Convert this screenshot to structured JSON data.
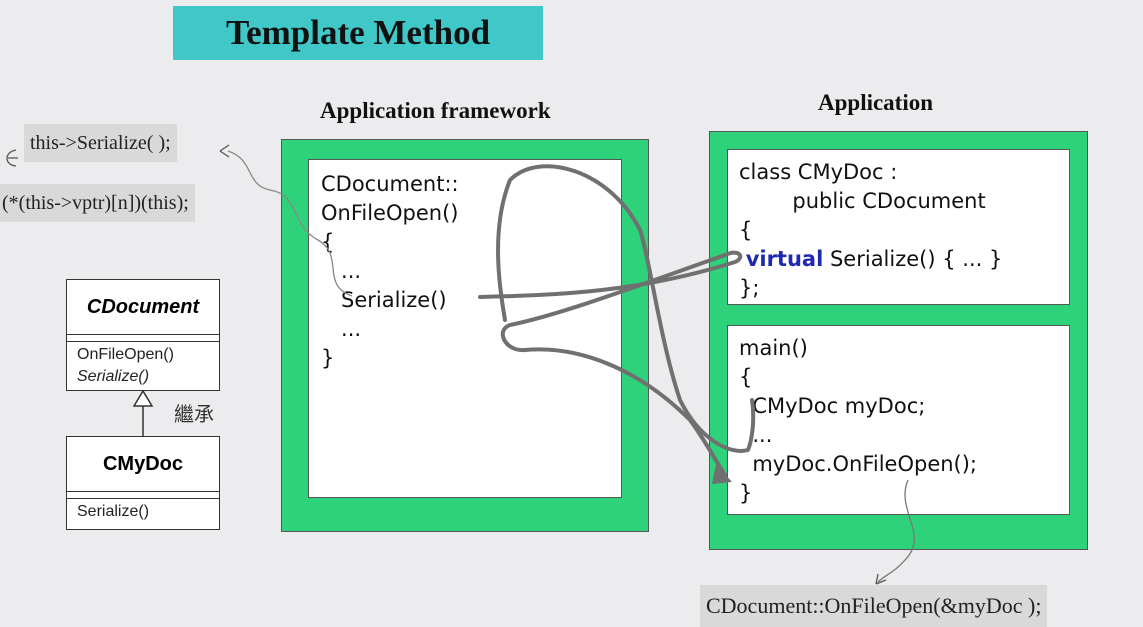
{
  "title": "Template Method",
  "framework": {
    "heading": "Application framework",
    "code_lines": [
      "CDocument::",
      "OnFileOpen()",
      "{",
      "   ...",
      "   Serialize()",
      "   ...",
      "}"
    ]
  },
  "application": {
    "heading": "Application",
    "class_panel": {
      "line1": "class CMyDoc :",
      "line2": "        public CDocument",
      "line3": "{",
      "virtual_kw": "virtual",
      "line4_rest": " Serialize() { ... }",
      "line5": "};"
    },
    "main_panel": {
      "line1": "main()",
      "line2": "{",
      "line3": "  CMyDoc myDoc;",
      "line4": "  ...",
      "line5": "  myDoc.OnFileOpen();",
      "line6": "}"
    }
  },
  "notes": {
    "serialize_call": "this->Serialize( );",
    "vptr_call": "(*(this->vptr)[n])(this);",
    "open_call": "CDocument::OnFileOpen(&myDoc );"
  },
  "uml": {
    "base": {
      "name": "CDocument",
      "ops": [
        "OnFileOpen()",
        "Serialize()"
      ]
    },
    "inherit_label": "繼承",
    "derived": {
      "name": "CMyDoc",
      "ops": [
        "Serialize()"
      ]
    }
  },
  "colors": {
    "title_bg": "#40c8c8",
    "frame_green": "#2ed27a",
    "keyword_blue": "#1e28b0",
    "pen_gray": "#707070"
  }
}
